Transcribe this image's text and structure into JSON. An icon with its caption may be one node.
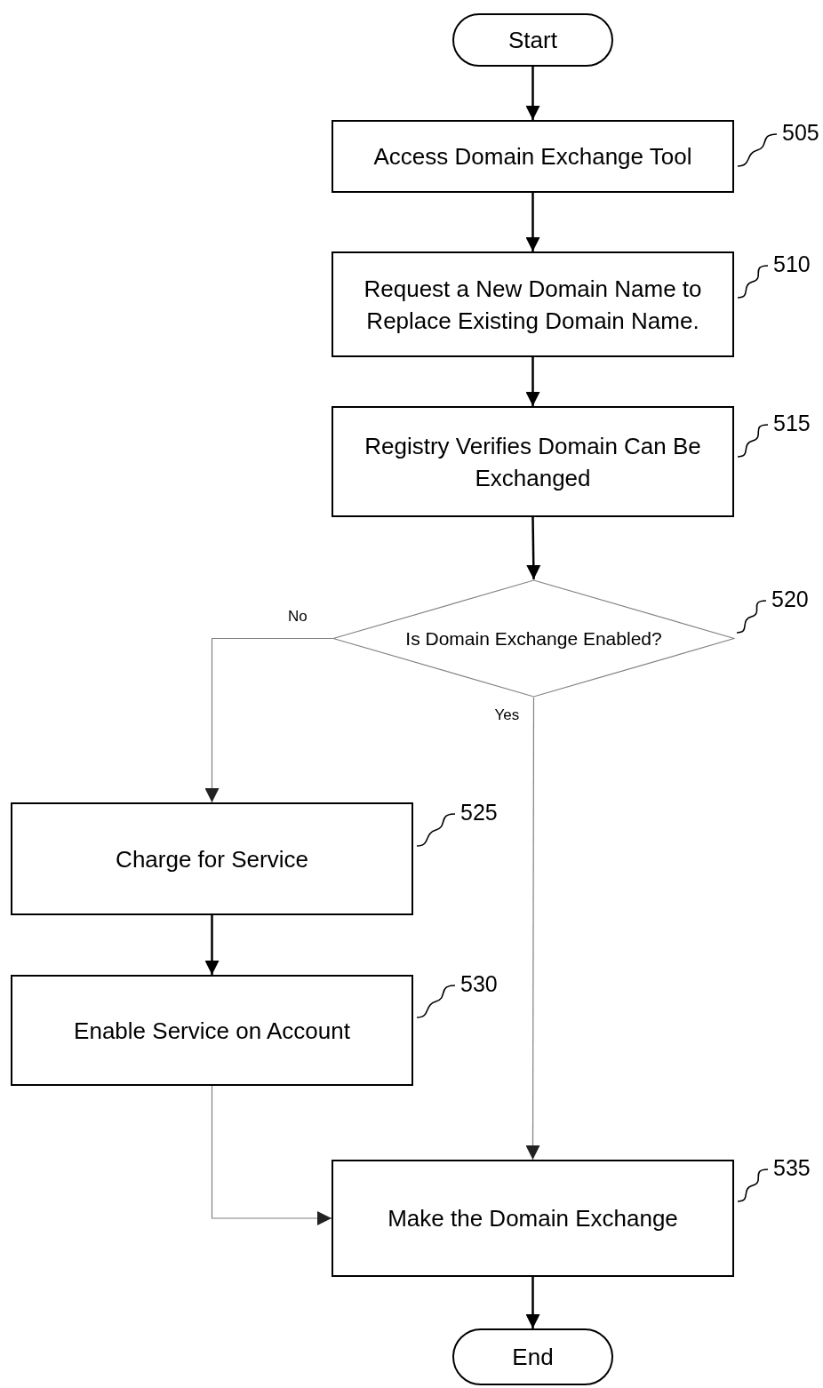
{
  "diagram": {
    "nodes": [
      {
        "text": [
          "Start"
        ]
      },
      {
        "text": [
          "Access Domain Exchange Tool"
        ],
        "beside": [
          "505"
        ]
      },
      {
        "text": [
          "Request a New Domain Name to Replace Existing Domain Name."
        ],
        "beside": [
          "510"
        ]
      },
      {
        "text": [
          "Registry Verifies Domain Can Be Exchanged"
        ],
        "beside": [
          "515"
        ]
      },
      {
        "text": [
          "Is Domain Exchange Enabled?"
        ],
        "beside": [
          "520"
        ]
      },
      {
        "text": [
          "Charge for Service"
        ],
        "beside": [
          "525"
        ]
      },
      {
        "text": [
          "Enable Service on Account"
        ],
        "beside": [
          "530"
        ]
      },
      {
        "text": [
          "Make the Domain Exchange"
        ],
        "beside": [
          "535"
        ]
      },
      {
        "text": [
          "End"
        ]
      }
    ],
    "edges": [
      {
        "from": 0,
        "to": 1,
        "arrow": "to"
      },
      {
        "from": 1,
        "to": 2,
        "arrow": "to"
      },
      {
        "from": 2,
        "to": 3,
        "arrow": "to"
      },
      {
        "from": 3,
        "to": 4,
        "arrow": "to"
      },
      {
        "from": 4,
        "to": 5,
        "arrow": "to",
        "label": "No",
        "color": "#808080"
      },
      {
        "from": 4,
        "to": 7,
        "arrow": "to",
        "label": "Yes",
        "color": "#808080"
      },
      {
        "from": 5,
        "to": 6,
        "arrow": "to"
      },
      {
        "from": 6,
        "to": 7,
        "arrow": "to",
        "color": "#808080"
      },
      {
        "from": 7,
        "to": 8,
        "arrow": "to"
      }
    ]
  }
}
